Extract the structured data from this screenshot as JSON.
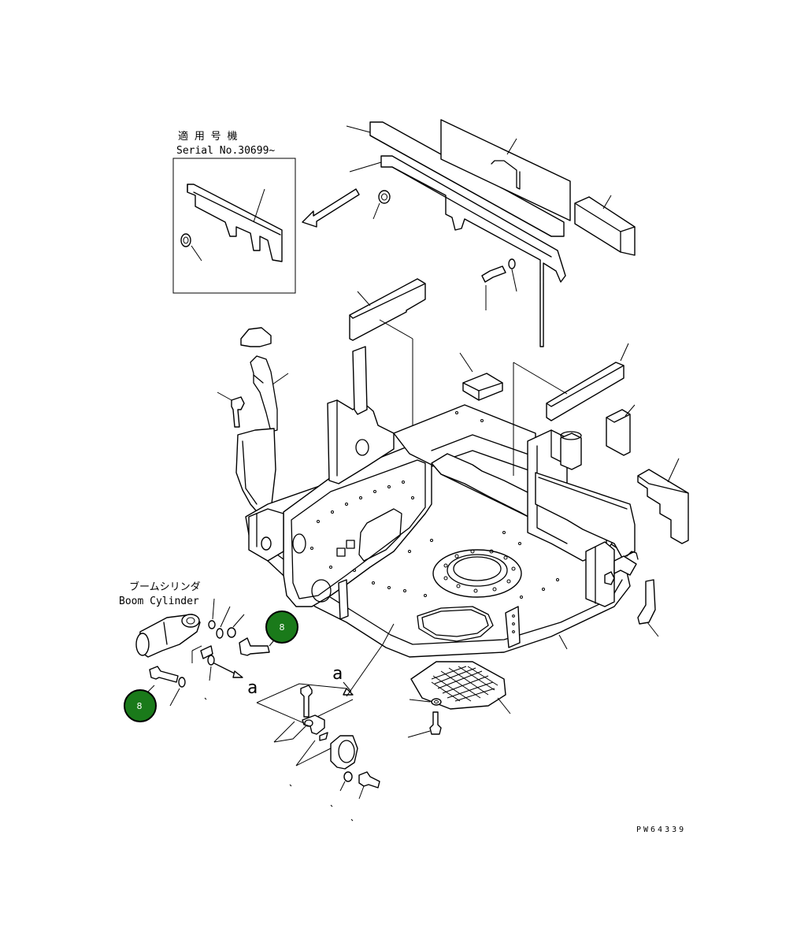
{
  "inset": {
    "applicable_label": "適 用 号 機",
    "serial_label": "Serial No.30699~"
  },
  "boom_cylinder": {
    "label_jp": "ブームシリンダ",
    "label_en": "Boom Cylinder"
  },
  "view_marks": {
    "left": "a",
    "right": "a"
  },
  "callouts": [
    {
      "label": "8"
    },
    {
      "label": "8"
    }
  ],
  "drawing_number": "PW64339",
  "colors": {
    "callout_fill": "#1a7a1a",
    "line": "#000000",
    "background": "#ffffff"
  }
}
